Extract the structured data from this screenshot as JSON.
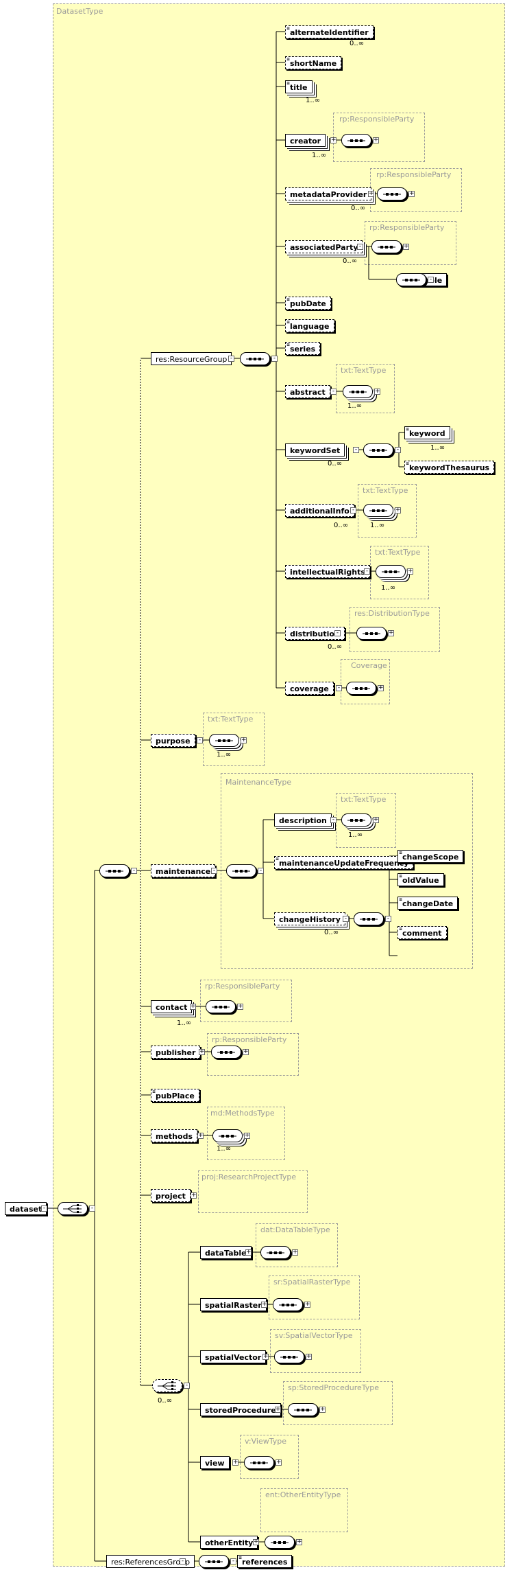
{
  "diagram": {
    "outer_type": "DatasetType",
    "root": "dataset",
    "elements": {
      "alternateIdentifier": "alternateIdentifier",
      "shortName": "shortName",
      "title": "title",
      "creator": "creator",
      "metadataProvider": "metadataProvider",
      "associatedParty": "associatedParty",
      "role": "role",
      "pubDate": "pubDate",
      "language": "language",
      "series": "series",
      "abstract": "abstract",
      "keywordSet": "keywordSet",
      "keyword": "keyword",
      "keywordThesaurus": "keywordThesaurus",
      "additionalInfo": "additionalInfo",
      "intellectualRights": "intellectualRights",
      "distribution": "distribution",
      "coverage": "coverage",
      "purpose": "purpose",
      "maintenance": "maintenance",
      "description": "description",
      "maintenanceUpdateFrequency": "maintenanceUpdateFrequency",
      "changeHistory": "changeHistory",
      "changeScope": "changeScope",
      "oldValue": "oldValue",
      "changeDate": "changeDate",
      "comment": "comment",
      "contact": "contact",
      "publisher": "publisher",
      "pubPlace": "pubPlace",
      "methods": "methods",
      "project": "project",
      "dataTable": "dataTable",
      "spatialRaster": "spatialRaster",
      "spatialVector": "spatialVector",
      "storedProcedure": "storedProcedure",
      "view": "view",
      "otherEntity": "otherEntity",
      "references": "references"
    },
    "groups": {
      "resourceGroup": "res:ResourceGroup",
      "referencesGroup": "res:ReferencesGroup"
    },
    "types": {
      "creator": "rp:ResponsibleParty",
      "metadataProvider": "rp:ResponsibleParty",
      "associatedParty": "rp:ResponsibleParty",
      "abstract": "txt:TextType",
      "additionalInfo": "txt:TextType",
      "intellectualRights": "txt:TextType",
      "distribution": "res:DistributionType",
      "coverage": "Coverage",
      "purpose": "txt:TextType",
      "maintenance": "MaintenanceType",
      "description": "txt:TextType",
      "contact": "rp:ResponsibleParty",
      "publisher": "rp:ResponsibleParty",
      "methods": "md:MethodsType",
      "project": "proj:ResearchProjectType",
      "dataTable": "dat:DataTableType",
      "spatialRaster": "sr:SpatialRasterType",
      "spatialVector": "sv:SpatialVectorType",
      "storedProcedure": "sp:StoredProcedureType",
      "view": "v:ViewType",
      "otherEntity": "ent:OtherEntityType"
    },
    "occurrences": {
      "alternateIdentifier": "0..∞",
      "title": "1..∞",
      "creator": "1..∞",
      "metadataProvider": "0..∞",
      "associatedParty": "0..∞",
      "abstract": "1..∞",
      "keywordSet": "0..∞",
      "keyword": "1..∞",
      "additionalInfo": "0..∞",
      "additionalInfo_seq": "1..∞",
      "intellectualRights": "1..∞",
      "distribution": "0..∞",
      "purpose": "1..∞",
      "description": "1..∞",
      "changeHistory": "0..∞",
      "contact": "1..∞",
      "methods": "1..∞",
      "entityChoice": "0..∞"
    }
  }
}
